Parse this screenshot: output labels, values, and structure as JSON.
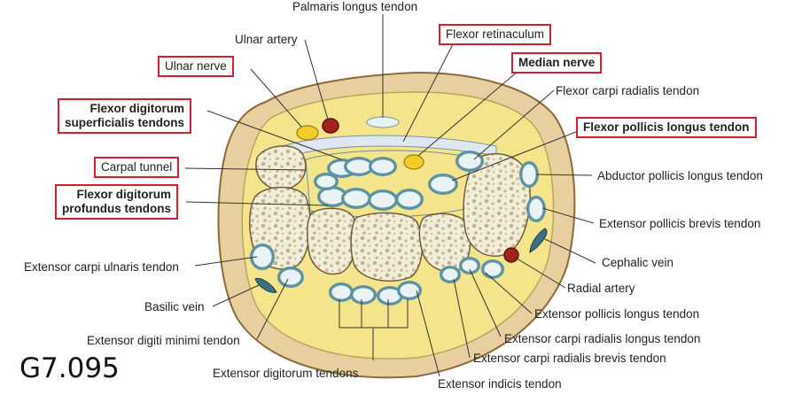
{
  "labels": {
    "palmaris_longus": "Palmaris longus tendon",
    "ulnar_artery": "Ulnar artery",
    "flexor_retinaculum": "Flexor retinaculum",
    "ulnar_nerve": "Ulnar nerve",
    "median_nerve": "Median nerve",
    "flexor_carpi_radialis": "Flexor carpi radialis tendon",
    "fds_line1": "Flexor digitorum",
    "fds_line2": "superficialis tendons",
    "fpl": "Flexor pollicis longus tendon",
    "carpal_tunnel": "Carpal tunnel",
    "apl": "Abductor pollicis longus tendon",
    "fdp_line1": "Flexor digitorum",
    "fdp_line2": "profundus tendons",
    "epb": "Extensor pollicis brevis tendon",
    "ecu": "Extensor carpi ulnaris tendon",
    "cephalic_vein": "Cephalic vein",
    "radial_artery": "Radial artery",
    "basilic_vein": "Basilic vein",
    "epl": "Extensor pollicis longus tendon",
    "edm": "Extensor digiti minimi tendon",
    "ecrl": "Extensor carpi radialis longus tendon",
    "ecrb": "Extensor carpi radialis brevis tendon",
    "ed": "Extensor digitorum tendons",
    "ei": "Extensor indicis tendon"
  },
  "figure_code": "G7.095",
  "colors": {
    "skin": "#e8cfa0",
    "skin_edge": "#8a6a3a",
    "fat": "#f4e48c",
    "fat_edge": "#b9a55c",
    "bone": "#f3ecd6",
    "bone_texture": "#8c7d5c",
    "tendon": "#e9f2f5",
    "sheath": "#5a93a5",
    "nerve": "#f2cc2a",
    "artery": "#a3241e",
    "highlight": "#d4202a",
    "retinaculum": "#dfe8f0"
  }
}
